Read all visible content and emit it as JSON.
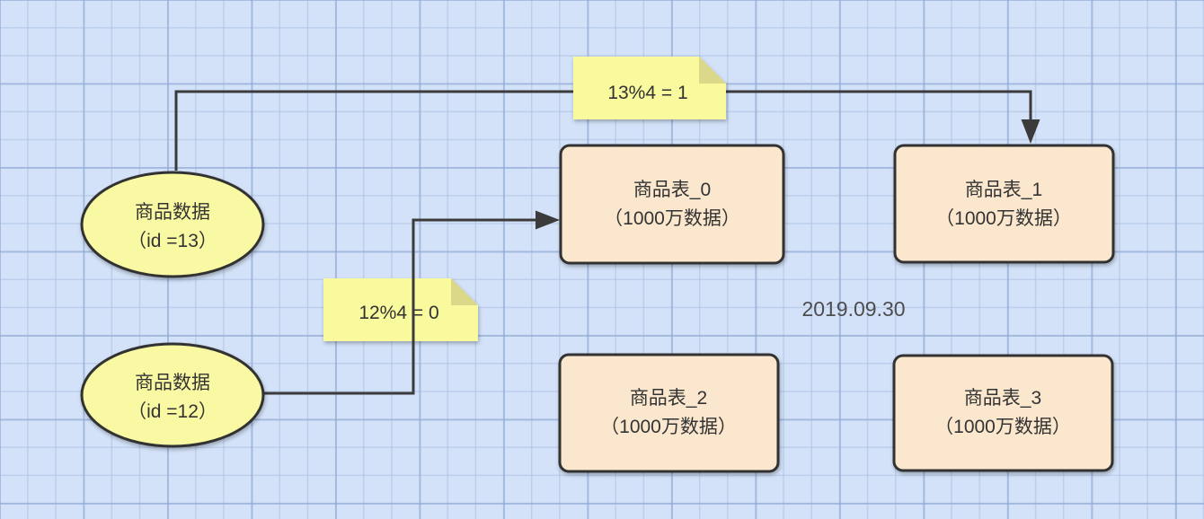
{
  "canvas": {
    "background_color": "#d3e2f8",
    "grid_minor_color": "#c2d3ee",
    "grid_major_color": "#adc2e3"
  },
  "diagram": {
    "sources": [
      {
        "name": "product-data-13",
        "line1": "商品数据",
        "line2": "（id =13）",
        "fill": "#f9f9a3",
        "stroke": "#333333"
      },
      {
        "name": "product-data-12",
        "line1": "商品数据",
        "line2": "（id =12）",
        "fill": "#f9f9a3",
        "stroke": "#333333"
      }
    ],
    "tables": [
      {
        "name": "table-0",
        "line1": "商品表_0",
        "line2": "（1000万数据）",
        "fill": "#fae7ce",
        "stroke": "#333333"
      },
      {
        "name": "table-1",
        "line1": "商品表_1",
        "line2": "（1000万数据）",
        "fill": "#fae7ce",
        "stroke": "#333333"
      },
      {
        "name": "table-2",
        "line1": "商品表_2",
        "line2": "（1000万数据）",
        "fill": "#fae7ce",
        "stroke": "#333333"
      },
      {
        "name": "table-3",
        "line1": "商品表_3",
        "line2": "（1000万数据）",
        "fill": "#fae7ce",
        "stroke": "#333333"
      }
    ],
    "notes": [
      {
        "text": "13%4 = 1",
        "fill": "#f9f99e",
        "fold_fill": "#dbd88a"
      },
      {
        "text": "12%4 = 0",
        "fill": "#f9f99e",
        "fold_fill": "#dbd88a"
      }
    ],
    "annotations": [
      {
        "text": "2019.09.30",
        "color": "#4d4d4d"
      }
    ],
    "connectors": [
      {
        "from": "product-data-13",
        "to": "table-1",
        "color": "#3b3b3b"
      },
      {
        "from": "product-data-12",
        "to": "table-0",
        "color": "#3b3b3b"
      }
    ]
  }
}
